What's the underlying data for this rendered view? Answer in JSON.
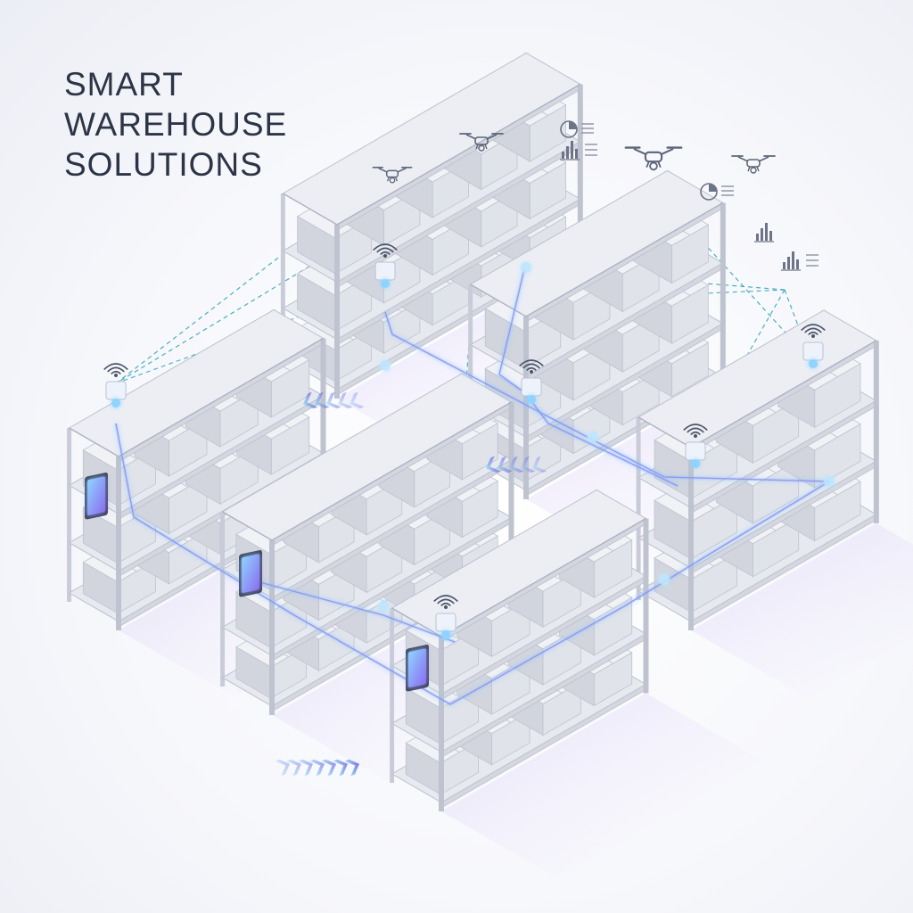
{
  "title": {
    "lines": [
      "SMART",
      "WAREHOUSE",
      "SOLUTIONS"
    ]
  },
  "colors": {
    "title": "#2c3446",
    "network": "#2aa3b8",
    "glow": "#7cc8ff",
    "accent": "#6f5fe0",
    "shelf_frame": "#c9ccd8",
    "box": "#e3e5ec"
  },
  "icons": {
    "drones": [
      "drone-icon",
      "drone-icon",
      "drone-icon",
      "drone-icon"
    ],
    "analytics": [
      "pie-chart-icon",
      "bar-chart-icon",
      "pie-chart-icon",
      "bar-chart-icon",
      "bar-chart-icon"
    ],
    "sensors": [
      "wifi-icon",
      "wifi-icon",
      "wifi-icon",
      "wifi-icon",
      "wifi-icon",
      "wifi-icon"
    ],
    "tablets": [
      "tablet-icon",
      "tablet-icon",
      "tablet-icon"
    ],
    "flow": [
      "chevron-arrows-icon"
    ]
  }
}
